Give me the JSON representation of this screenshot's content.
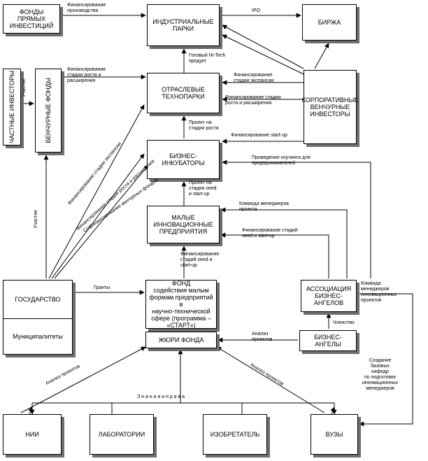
{
  "nodes": {
    "private_equity": "ФОНДЫ ПРЯМЫХ\nИНВЕСТИЦИЙ",
    "industrial_parks": "ИНДУСТРИАЛЬНЫЕ\nПАРКИ",
    "exchange": "БИРЖА",
    "private_investors": "ЧАСТНЫЕ ИНВЕСТОРЫ",
    "venture_funds": "ВЕНЧУРНЫЕ ФОНДЫ",
    "tech_parks": "ОТРАСЛЕВЫЕ\nТЕХНОПАРКИ",
    "corporate_venture": "КОРПОРАТИВНЫЕ\nВЕНЧУРНЫЕ\nИНВЕСТОРЫ",
    "incubators": "БИЗНЕС-\nИНКУБАТОРЫ",
    "small_enterprises": "МАЛЫЕ\nИННОВАЦИОННЫЕ\nПРЕДПРИЯТИЯ",
    "government": "ГОСУДАРСТВО",
    "municipalities": "Муниципалитеты",
    "fund_title": "ФОНД",
    "fund_desc": "содействия малым\nформам предприятий в\nнаучно-технической\nсфере (программа –\n«СТАРТ»)",
    "fund_jury": "ЖЮРИ ФОНДА",
    "angels_association": "АССОЦИАЦИЯ\nБИЗНЕС-\nАНГЕЛОВ",
    "angels": "БИЗНЕС-АНГЕЛЫ",
    "research_inst": "НИИ",
    "labs": "ЛАБОРАТОРИИ",
    "inventor": "ИЗОБРЕТАТЕЛЬ",
    "universities": "ВУЗЫ"
  },
  "labels": {
    "pe_financing": "Финансирование\nпроизводства",
    "ipo": "IPO",
    "ready_product": "Готовый Hi-Tech\nпродукт",
    "finance_growth": "Финансирование\nстадии роста и\nрасширения",
    "participation_private": "Участие",
    "finance_expansion": "Финансирование\nстадии экспансии",
    "finance_growth_corp": "Финансирование стадии\nроста и расширения",
    "project_growth": "Проект на\nстадии роста",
    "finance_startup_corp": "Финансирование start-up",
    "mentoring": "Проведение коучинга для\nпредпринимателей",
    "project_seed": "Проект на\nстадии seed\nи start-up",
    "mgr_team": "Команда менеджеров\nпроекта",
    "finance_seed": "Финансирование стадий\nseed и start-up",
    "finance_seed_fund": "Финансирование\nстадий seed и\nstart-up",
    "participation_gov": "Участие",
    "grants": "Гранты",
    "mgr_team_assoc": "Команда\nменеджеров\nинновационных\nпроектов",
    "membership": "Членство",
    "project_analysis_angels": "Анализ\nпроектов",
    "project_analysis_left": "Анализ проектов",
    "project_analysis_right": "Анализ проектов",
    "knowledge": "З н а н и я   и   п р а в а",
    "departments": "Создание\nбазовых\nкафедр\nпо  подготовке\nинновационных\nменеджеров",
    "finance_industrial_parks": "Финансирование стадии экспансии",
    "finance_tech_parks": "Финансирование стадии роста и расширения",
    "gov_venture": "Софинансирование венчурных фондов"
  }
}
